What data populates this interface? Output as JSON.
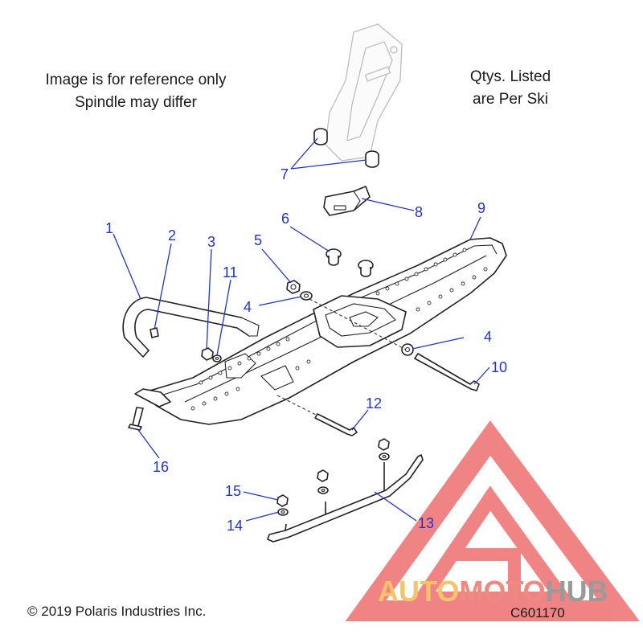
{
  "notes": {
    "reference_line1": "Image is for reference only",
    "reference_line2": "Spindle may differ",
    "qty_line1": "Qtys. Listed",
    "qty_line2": "are Per Ski"
  },
  "footer": {
    "copyright": "© 2019 Polaris Industries Inc.",
    "diagram_code": "C601170"
  },
  "watermark": {
    "part1": "AUTO",
    "part2": "MOTO",
    "part3": "HUB",
    "color_part1": "#f5c36a",
    "color_part2": "#f08a80",
    "color_part3": "#9a9a9a",
    "logo_color": "#ee6f6f"
  },
  "callouts": [
    {
      "id": "c1",
      "label": "1"
    },
    {
      "id": "c2",
      "label": "2"
    },
    {
      "id": "c3",
      "label": "3"
    },
    {
      "id": "c11",
      "label": "11"
    },
    {
      "id": "c5",
      "label": "5"
    },
    {
      "id": "c6",
      "label": "6"
    },
    {
      "id": "c4a",
      "label": "4"
    },
    {
      "id": "c4b",
      "label": "4"
    },
    {
      "id": "c7",
      "label": "7"
    },
    {
      "id": "c8",
      "label": "8"
    },
    {
      "id": "c9",
      "label": "9"
    },
    {
      "id": "c10",
      "label": "10"
    },
    {
      "id": "c12",
      "label": "12"
    },
    {
      "id": "c13",
      "label": "13"
    },
    {
      "id": "c14",
      "label": "14"
    },
    {
      "id": "c15",
      "label": "15"
    },
    {
      "id": "c16",
      "label": "16"
    }
  ]
}
